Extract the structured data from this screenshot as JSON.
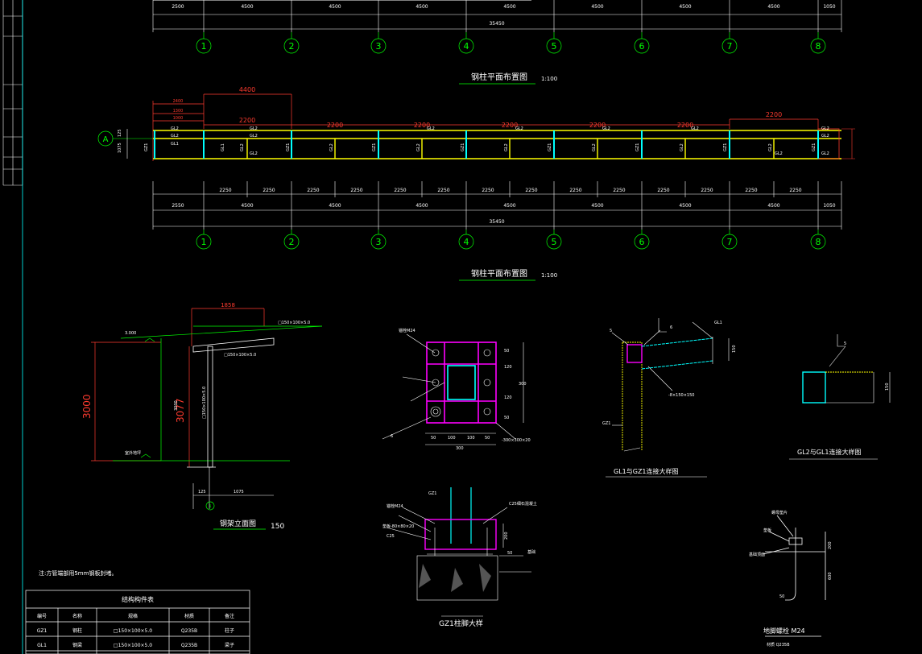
{
  "colors": {
    "background": "#000000",
    "dimension": "#ffffff",
    "axis": "#00ff00",
    "beam": "#ffff00",
    "column": "#00ffff",
    "plate": "#ff00ff",
    "measure": "#ff3b2f",
    "frame": "#00ffff"
  },
  "top_plan": {
    "bay_dims": [
      "2500",
      "4500",
      "4500",
      "4500",
      "4500",
      "4500",
      "4500",
      "4500",
      "1050"
    ],
    "total": "35450",
    "axes": [
      "1",
      "2",
      "3",
      "4",
      "5",
      "6",
      "7",
      "8"
    ],
    "title": "钢柱平面布置图",
    "scale": "1:100"
  },
  "main_plan": {
    "row_axis": "A",
    "overall_top": "4400",
    "segment_dim": "2200",
    "small_dims": [
      "2400",
      "1300",
      "1000"
    ],
    "depth_dims": [
      "125",
      "1075"
    ],
    "member_labels": [
      "GL2",
      "GL1",
      "GZ1"
    ],
    "half_dims": [
      "2250",
      "2250",
      "2250",
      "2250",
      "2250",
      "2250",
      "2250",
      "2250",
      "2250",
      "2250",
      "2250",
      "2250",
      "2250",
      "2250"
    ],
    "bay_dims": [
      "2550",
      "4500",
      "4500",
      "4500",
      "4500",
      "4500",
      "4500",
      "4500",
      "1050"
    ],
    "total": "35450",
    "axes": [
      "1",
      "2",
      "3",
      "4",
      "5",
      "6",
      "7",
      "8"
    ],
    "title": "钢柱平面布置图",
    "scale": "1:100"
  },
  "elevation": {
    "top_dim": "1858",
    "level_top": "3.000",
    "level_bottom": "室外地坪",
    "height_dim": "3000",
    "height_inner": "3077",
    "column_height": "3000",
    "beam_label": "□150×100×5.0",
    "beam_label2": "□150×100×5.0",
    "column_label": "□150×100×5.0",
    "bottom_dims": [
      "125",
      "1075"
    ],
    "axis": "1",
    "title": "钢架立面图",
    "scale": "150"
  },
  "base_plate": {
    "label_top": "锚栓M24",
    "dims_right": [
      "50",
      "120",
      "300",
      "120",
      "50"
    ],
    "dims_bottom": [
      "50",
      "100",
      "100",
      "50"
    ],
    "total_bottom": "300",
    "plate_label": "-300×300×20",
    "stiff_label": "6"
  },
  "gl1_detail": {
    "weld": "5",
    "weld2": "6",
    "label": "GL1",
    "column": "GZ1",
    "dim": "150",
    "plate_label": "-8×150×150",
    "title": "GL1与GZ1连接大样图"
  },
  "gl2_detail": {
    "weld": "5",
    "dim": "150",
    "title": "GL2与GL1连接大样图"
  },
  "column_foot": {
    "label_gz": "GZ1",
    "label_left1": "锚栓M24",
    "label_left2": "垫板-80×80×20",
    "label_left3": "C25",
    "label_right1": "C25细石混凝土",
    "label_right2": "基础",
    "dim": "200",
    "dim2": "50",
    "title": "GZ1柱脚大样"
  },
  "anchor": {
    "label1": "螺母垫片",
    "label2": "垫板",
    "label3": "基础顶面",
    "dim1": "200",
    "dim2": "600",
    "dim3": "50",
    "title": "地脚螺栓 M24",
    "material": "材质 Q235B"
  },
  "note": "注:方管端部用5mm钢板封堵。",
  "table": {
    "title": "结构构件表",
    "headers": [
      "编号",
      "名称",
      "规格",
      "材质",
      "备注"
    ],
    "rows": [
      [
        "GZ1",
        "钢柱",
        "□150×100×5.0",
        "Q235B",
        "柱子"
      ],
      [
        "GL1",
        "钢梁",
        "□150×100×5.0",
        "Q235B",
        "梁子"
      ]
    ]
  }
}
